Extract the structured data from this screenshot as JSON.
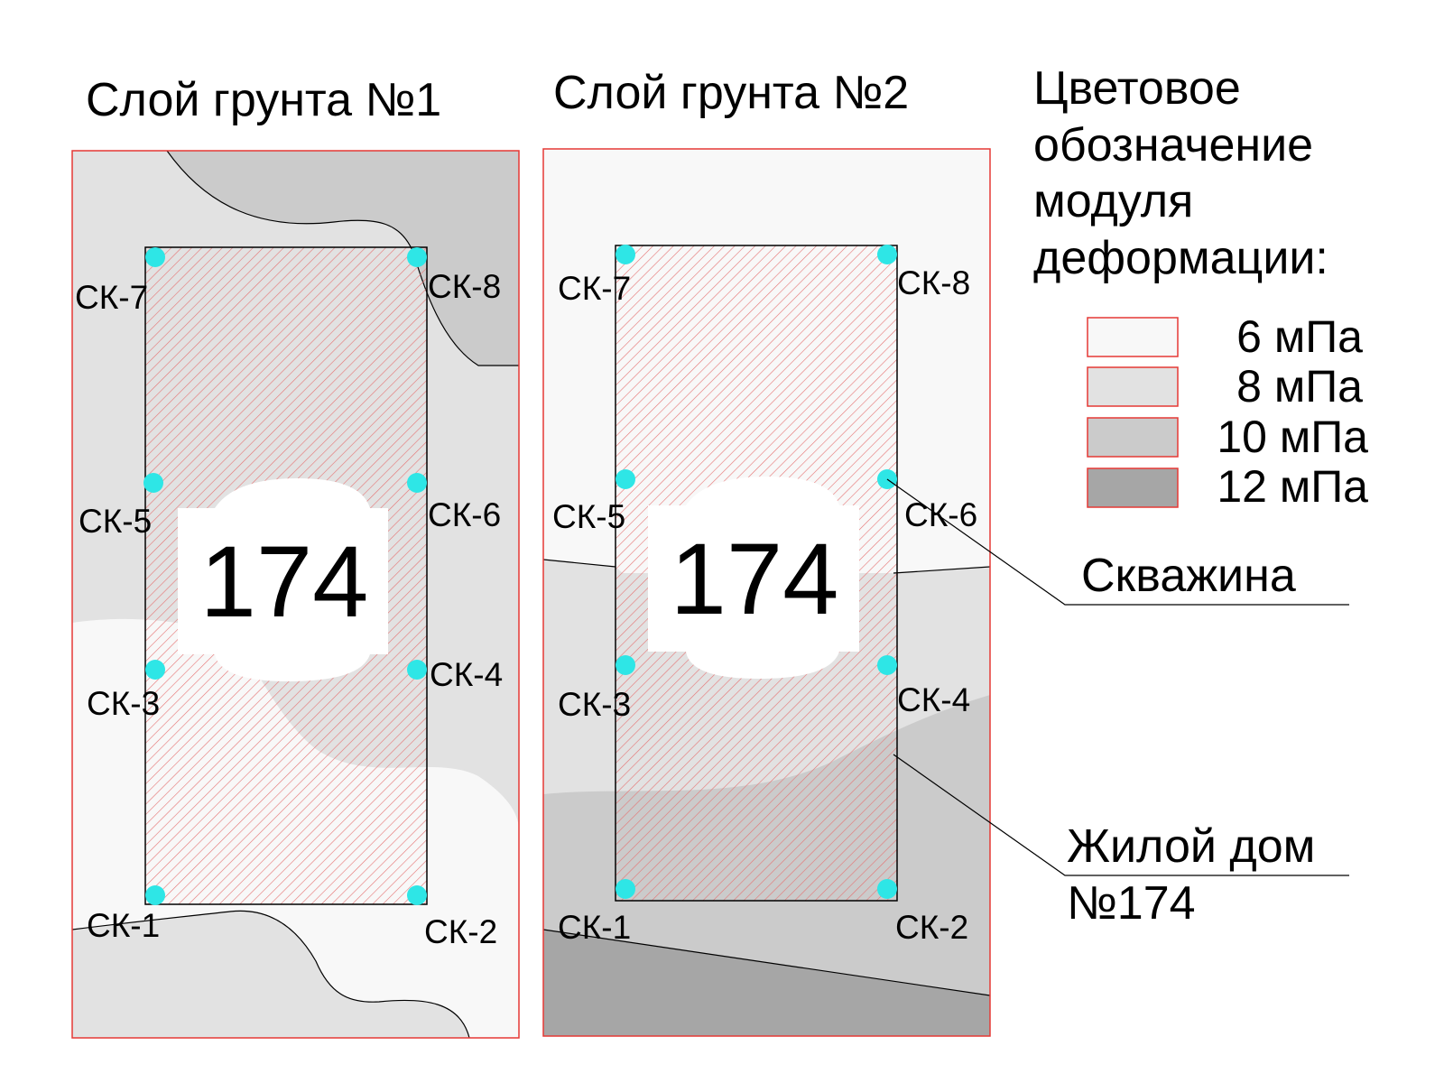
{
  "panels": [
    {
      "title": "Слой грунта №1",
      "building_number": "174",
      "wells": [
        "СК-7",
        "СК-8",
        "СК-5",
        "СК-6",
        "СК-3",
        "СК-4",
        "СК-1",
        "СК-2"
      ]
    },
    {
      "title": "Слой грунта №2",
      "building_number": "174",
      "wells": [
        "СК-7",
        "СК-8",
        "СК-5",
        "СК-6",
        "СК-3",
        "СК-4",
        "СК-1",
        "СК-2"
      ]
    }
  ],
  "legend": {
    "title_lines": [
      "Цветовое",
      "обозначение",
      "модуля",
      "деформации:"
    ],
    "items": [
      {
        "label": "6 мПа",
        "color": "#f8f8f8"
      },
      {
        "label": "8 мПа",
        "color": "#e2e2e2"
      },
      {
        "label": "10 мПа",
        "color": "#cbcbcb"
      },
      {
        "label": "12 мПа",
        "color": "#a6a6a6"
      }
    ]
  },
  "callouts": {
    "well": "Скважина",
    "building_lines": [
      "Жилой дом",
      "№174"
    ]
  },
  "colors": {
    "frame": "#e53935",
    "hatch": "#e57373",
    "well_marker": "#2ee6e6",
    "outline": "#000000"
  }
}
